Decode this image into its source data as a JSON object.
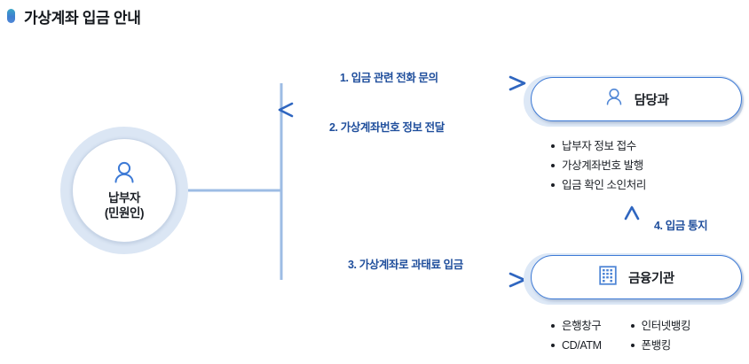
{
  "page": {
    "title": "가상계좌 입금 안내",
    "title_bullet_icon": "title-bullet-icon"
  },
  "colors": {
    "accent_blue": "#3d7ad6",
    "label_blue": "#1f4e9c",
    "pill_backdrop": "#dde8f6",
    "circle_backdrop": "#dbe6f4",
    "text_dark": "#1b1f25",
    "wire_light": "#9dbce4"
  },
  "nodes": {
    "payer": {
      "icon": "person-icon",
      "line1": "납부자",
      "line2": "(민원인)"
    },
    "department": {
      "icon": "person-icon",
      "label": "담당과",
      "tasks": [
        "납부자 정보 접수",
        "가상계좌번호 발행",
        "입금 확인 소인처리"
      ]
    },
    "bank": {
      "icon": "building-icon",
      "label": "금융기관",
      "channels_left": [
        "은행창구",
        "CD/ATM"
      ],
      "channels_right": [
        "인터넷뱅킹",
        "폰뱅킹"
      ]
    }
  },
  "steps": [
    {
      "id": "step-1",
      "label": "1. 입금 관련 전화 문의"
    },
    {
      "id": "step-2",
      "label": "2. 가상계좌번호 정보 전달"
    },
    {
      "id": "step-3",
      "label": "3. 가상계좌로 과태료 입금"
    },
    {
      "id": "step-4",
      "label": "4. 입금 통지"
    }
  ]
}
